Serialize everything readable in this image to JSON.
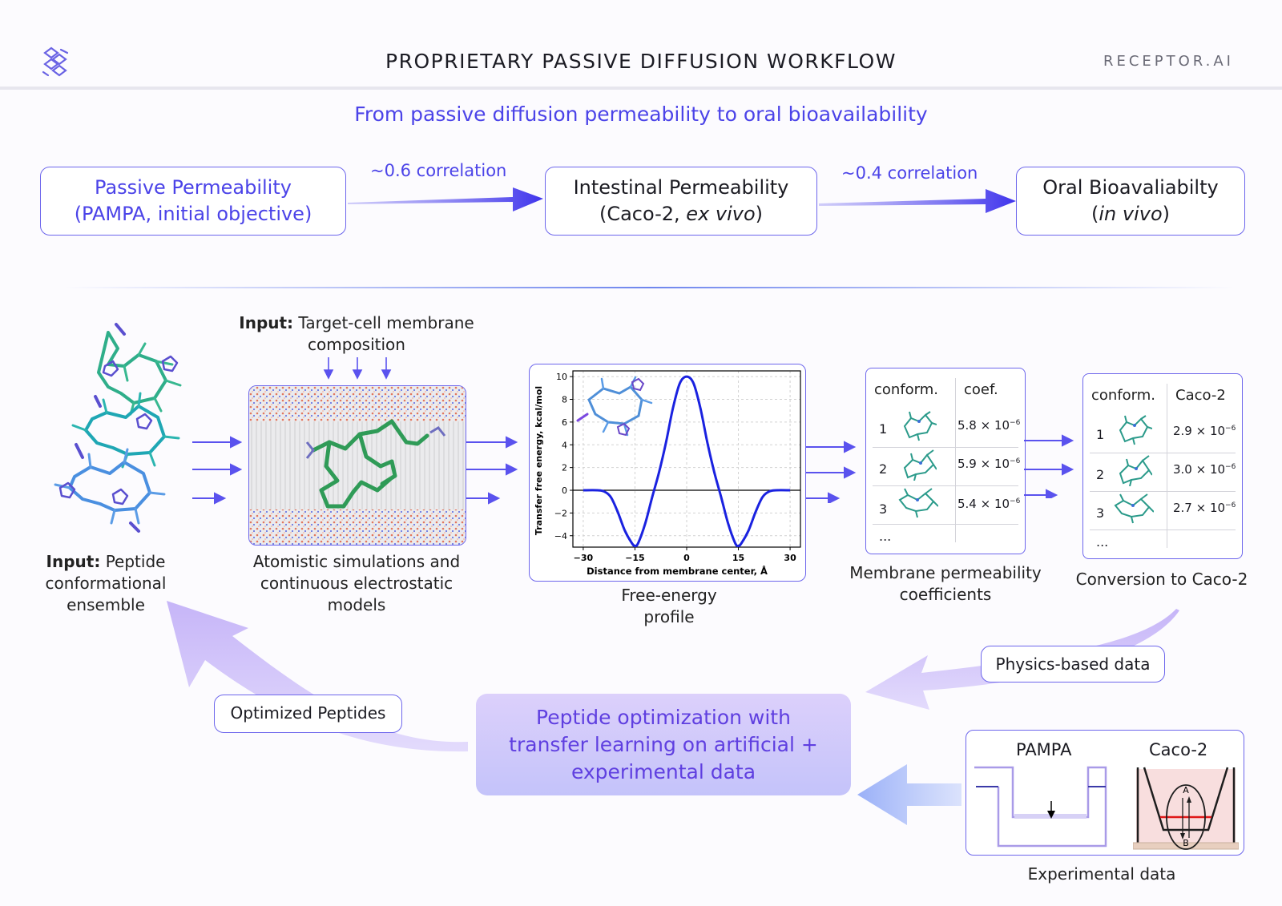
{
  "header": {
    "title": "PROPRIETARY PASSIVE DIFFUSION WORKFLOW",
    "brand": "RECEPTOR.AI",
    "logo_icon": "receptor-ai-logo-icon"
  },
  "subtitle": "From passive diffusion permeability to oral bioavailability",
  "pipeline": {
    "stage1": {
      "line1": "Passive Permeability",
      "line2": "(PAMPA, initial objective)"
    },
    "arrow1": "~0.6 correlation",
    "stage2": {
      "line1": "Intestinal Permeability",
      "line2_prefix": "(Caco-2, ",
      "line2_italic": "ex vivo",
      "line2_suffix": ")"
    },
    "arrow2": "~0.4 correlation",
    "stage3": {
      "line1": "Oral Bioavaliabilty",
      "line2_prefix": "(",
      "line2_italic": "in vivo",
      "line2_suffix": ")"
    }
  },
  "workflow": {
    "ensemble": {
      "bold": "Input:",
      "rest1": " Peptide",
      "line2": "conformational",
      "line3": "ensemble"
    },
    "membrane_input": {
      "bold": "Input:",
      "rest1": " Target-cell membrane",
      "line2": "composition"
    },
    "simulation_caption": {
      "line1": "Atomistic simulations and",
      "line2": "continuous electrostatic",
      "line3": "models"
    },
    "free_energy_caption": {
      "line1": "Free-energy",
      "line2": "profile"
    },
    "permeability_caption": {
      "line1": "Membrane permeability",
      "line2": "coefficients"
    },
    "caco_caption": "Conversion to Caco-2"
  },
  "coef_table": {
    "headers": [
      "conform.",
      "coef."
    ],
    "rows": [
      {
        "n": "1",
        "mant": "5.8 × 10",
        "exp": "−6"
      },
      {
        "n": "2",
        "mant": "5.9 × 10",
        "exp": "−6"
      },
      {
        "n": "3",
        "mant": "5.4 × 10",
        "exp": "−6"
      }
    ],
    "more": "..."
  },
  "caco_table": {
    "headers": [
      "conform.",
      "Caco-2"
    ],
    "rows": [
      {
        "n": "1",
        "mant": "2.9 × 10",
        "exp": "−6"
      },
      {
        "n": "2",
        "mant": "3.0 × 10",
        "exp": "−6"
      },
      {
        "n": "3",
        "mant": "2.7 × 10",
        "exp": "−6"
      }
    ],
    "more": "..."
  },
  "loop": {
    "physics_label": "Physics-based data",
    "optimized_label": "Optimized Peptides",
    "optimization": {
      "line1": "Peptide optimization with",
      "line2": "transfer learning on artificial +",
      "line3": "experimental data"
    },
    "experimental_caption": "Experimental data",
    "pampa_label": "PAMPA",
    "caco_label": "Caco-2",
    "well_a": "A",
    "well_b": "B"
  },
  "chart_data": {
    "type": "line",
    "xlabel": "Distance from membrane center, Å",
    "ylabel": "Transfer free energy, kcal/mol",
    "xlim": [
      -33,
      33
    ],
    "ylim": [
      -5,
      10.5
    ],
    "xticks": [
      -30,
      -15,
      0,
      15,
      30
    ],
    "yticks": [
      10,
      8,
      6,
      4,
      2,
      0,
      -2,
      -4
    ],
    "grid": true,
    "series": [
      {
        "color": "#1a22e0",
        "x": [
          -30,
          -26,
          -24,
          -22,
          -20,
          -18,
          -16,
          -15,
          -14,
          -12,
          -10,
          -8,
          -6,
          -4,
          -2,
          0,
          2,
          4,
          6,
          8,
          10,
          12,
          14,
          15,
          16,
          18,
          20,
          22,
          24,
          26,
          30
        ],
        "y": [
          0,
          0,
          -0.1,
          -0.6,
          -1.9,
          -3.5,
          -4.6,
          -4.9,
          -4.6,
          -2.9,
          -0.6,
          1.6,
          4.2,
          7.2,
          9.4,
          10,
          9.4,
          7.2,
          4.2,
          1.6,
          -0.6,
          -2.9,
          -4.6,
          -4.9,
          -4.6,
          -3.5,
          -1.9,
          -0.6,
          -0.1,
          0,
          0
        ]
      }
    ],
    "colors": {
      "line": "#1a22e0",
      "zero_line": "#000000",
      "frame": "#000000"
    }
  },
  "colors": {
    "accent": "#4b43e8",
    "box_border": "#6d66ec",
    "loop_arrow": "#c9b9f8",
    "optimization_fill": "#d6ccfb"
  }
}
